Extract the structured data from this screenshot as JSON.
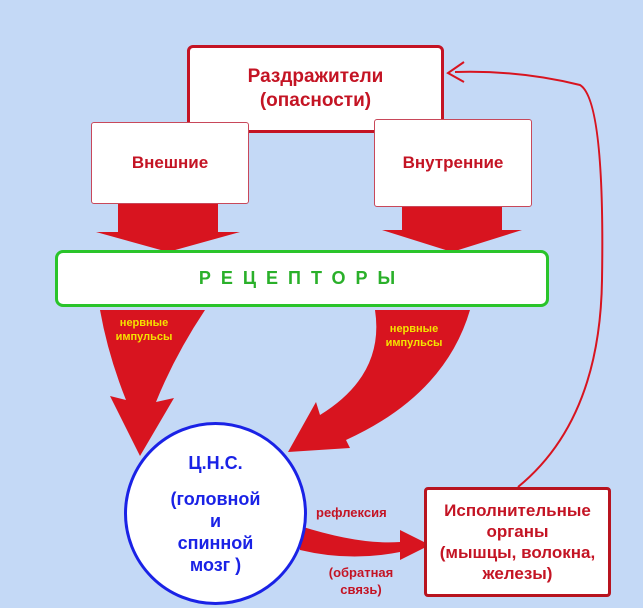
{
  "stimuli": {
    "line1": "Раздражители",
    "line2": "(опасности)"
  },
  "external": {
    "label": "Внешние"
  },
  "internal": {
    "label": "Внутренние"
  },
  "receptors": {
    "label": "РЕЦЕПТОРЫ"
  },
  "impulses_left": {
    "line1": "нервные",
    "line2": "импульсы"
  },
  "impulses_right": {
    "line1": "нервные",
    "line2": "импульсы"
  },
  "cns": {
    "title": "Ц.Н.С.",
    "line1": "(головной",
    "line2": "и",
    "line3": "спинной",
    "line4": "мозг )"
  },
  "reflexion": {
    "label": "рефлексия"
  },
  "feedback": {
    "line1": "(обратная",
    "line2": "связь)"
  },
  "effectors": {
    "line1": "Исполнительные",
    "line2": "органы",
    "line3": "(мышцы, волокна,",
    "line4": "железы)"
  },
  "colors": {
    "background": "#c4d9f6",
    "arrow": "#d8141f",
    "receptor_border": "#2ac42a",
    "cns_border": "#1a22e6",
    "text_red": "#c41424",
    "impulse_text": "#f4e300"
  }
}
